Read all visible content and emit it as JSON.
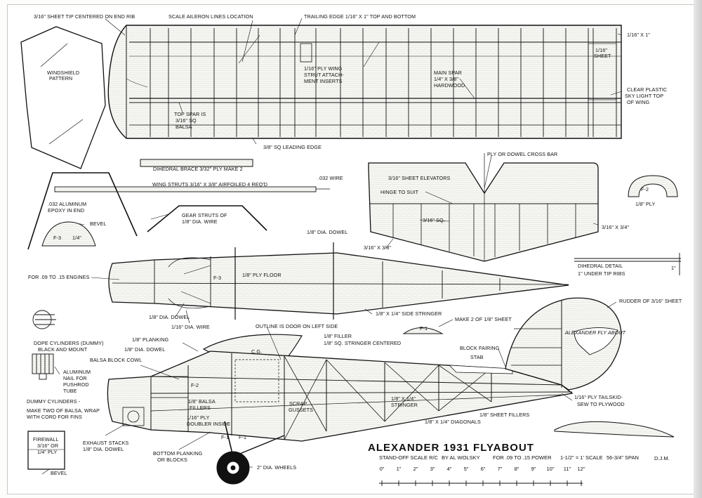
{
  "title": "ALEXANDER 1931 FLYABOUT",
  "subtitle": {
    "standoff": "STAND-OFF SCALE R/C",
    "author": "BY AL WOLSKY",
    "power": "FOR .09 TO .15 POWER",
    "scale": "1-1/2\" = 1' SCALE",
    "span": "56-3/4\" SPAN",
    "initials": "D.J.M."
  },
  "scale_ticks": [
    "0\"",
    "1\"",
    "2\"",
    "3\"",
    "4\"",
    "5\"",
    "6\"",
    "7\"",
    "8\"",
    "9\"",
    "10\"",
    "11\"",
    "12\""
  ],
  "logo_text": "ALEXANDER FLY ABOUT",
  "labels": {
    "sheet_tip": "3/16\" SHEET TIP CENTERED ON END RIB",
    "aileron": "SCALE AILERON LINES LOCATION",
    "trailing_edge": "TRAILING EDGE 1/16\" X 1\" TOP AND BOTTOM",
    "sixteenth_x1": "1/16\" X 1\"",
    "sixteenth_sheet_1": "1/16\"",
    "sixteenth_sheet_2": "SHEET",
    "windshield_1": "WINDSHIELD",
    "windshield_2": "PATTERN",
    "ply_insert_1": "1/16\" PLY WING",
    "ply_insert_2": "STRUT ATTACH-",
    "ply_insert_3": "MENT INSERTS",
    "main_spar_1": "MAIN SPAR",
    "main_spar_2": "1/4\" X 3/8\"",
    "main_spar_3": "HARDWOOD",
    "clear_plastic_1": "CLEAR PLASTIC",
    "clear_plastic_2": "SKY LIGHT TOP",
    "clear_plastic_3": "OF WING",
    "top_spar_1": "TOP SPAR IS",
    "top_spar_2": "3/16\" SQ",
    "top_spar_3": "BALSA",
    "leading_edge": "3/8\" SQ LEADING EDGE",
    "dihedral_brace": "DIHEDRAL BRACE 3/32\" PLY  MAKE 2",
    "cross_bar": "PLY OR DOWEL CROSS BAR",
    "elevators": "3/16\" SHEET ELEVATORS",
    "hinge": "HINGE TO SUIT",
    "f2": "F-2",
    "eighth_ply": "1/8\" PLY",
    "wing_struts": "WING STRUTS 3/16\" X 3/8\" AIRFOILED  4 REQ'D",
    "wire_032": ".032 WIRE",
    "aluminum_1": ".032 ALUMINUM",
    "aluminum_2": "EPOXY IN END",
    "bevel": "BEVEL",
    "gear_struts_1": "GEAR STRUTS OF",
    "gear_struts_2": "1/8\" DIA. WIRE",
    "sixteenth_sq": "3/16\" SQ.",
    "three_x_three_quarter": "3/16\" X 3/4\"",
    "f3": "F-3",
    "quarter": "1/4\"",
    "dowel_top": "1/8\" DIA. DOWEL",
    "three_x_three_eighth": "3/16\" X 3/8\"",
    "dihedral_detail_1": "DIHEDRAL DETAIL",
    "dihedral_detail_2": "1\" UNDER TIP RIBS",
    "one_inch": "1\"",
    "engines": "FOR .09 TO .15 ENGINES",
    "ply_floor": "1/8\" PLY FLOOR",
    "f3_side": "F-3",
    "dowel_mid": "1/8\" DIA. DOWEL",
    "wire_mid": "1/16\" DIA. WIRE",
    "side_stringer": "1/8\" X 1/4\" SIDE STRINGER",
    "rudder": "RUDDER OF 3/16\" SHEET",
    "make_two": "MAKE 2 OF 1/8\" SHEET",
    "f1": "F-1",
    "outline_door": "OUTLINE IS DOOR ON LEFT SIDE",
    "filler": "1/8\" FILLER",
    "sq_stringer": "1/8\" SQ. STRINGER CENTERED",
    "cg": "C.G.",
    "dope_1": "DOPE CYLINDERS (DUMMY)",
    "dope_2": "BLACK AND MOUNT",
    "planking": "1/8\" PLANKING",
    "dowel_low": "1/8\" DIA. DOWEL",
    "balsa_cowl": "BALSA BLOCK COWL",
    "block_fairing": "BLOCK FAIRING",
    "stab": "STAB",
    "nail_1": "ALUMINUM",
    "nail_2": "NAIL FOR",
    "nail_3": "PUSHROD",
    "nail_4": "TUBE",
    "f2_side": "F-2",
    "balsa_fillers_1": "1/8\" BALSA",
    "balsa_fillers_2": "FILLERS",
    "ply_doubler_1": "1/16\" PLY",
    "ply_doubler_2": "DOUBLER INSIDE",
    "scrap_1": "SCRAP",
    "scrap_2": "GUSSETS",
    "stringer_1": "1/8\" X 1/4\"",
    "stringer_2": "STRINGER",
    "sheet_fillers": "1/8\" SHEET FILLERS",
    "diagonals": "1/8\" X 1/4\" DIAGONALS",
    "tailskid_1": "1/16\" PLY TAILSKID-",
    "tailskid_2": "SEW TO PLYWOOD",
    "dummy_1": "DUMMY CYLINDERS -",
    "dummy_2": "MAKE TWO OF BALSA, WRAP",
    "dummy_3": "WITH CORD FOR FINS",
    "firewall_1": "FIREWALL",
    "firewall_2": "3/16\" OR",
    "firewall_3": "1/4\" PLY",
    "exhaust_1": "EXHAUST STACKS",
    "exhaust_2": "1/8\" DIA. DOWEL",
    "bottom_1": "BOTTOM PLANKING",
    "bottom_2": "OR BLOCKS",
    "wheels": "2\" DIA. WHEELS",
    "bevel_low": "BEVEL",
    "f1_low_a": "F-1",
    "f1_low_b": "F-1"
  }
}
